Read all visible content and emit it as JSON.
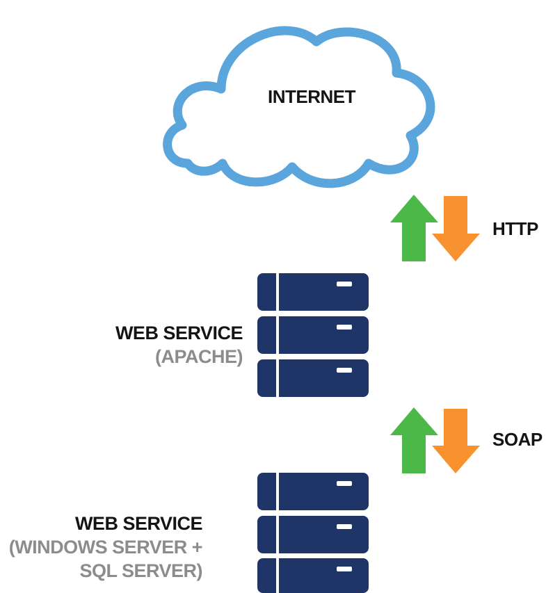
{
  "diagram": {
    "cloud": {
      "label": "INTERNET",
      "color": "#5aa5dc"
    },
    "connections": [
      {
        "label": "HTTP",
        "up_color": "#4cb848",
        "down_color": "#f7922f"
      },
      {
        "label": "SOAP",
        "up_color": "#4cb848",
        "down_color": "#f7922f"
      }
    ],
    "servers": [
      {
        "title": "WEB SERVICE",
        "subtitle_lines": [
          "(APACHE)"
        ],
        "color": "#1f3467"
      },
      {
        "title": "WEB SERVICE",
        "subtitle_lines": [
          "(WINDOWS SERVER +",
          "SQL SERVER)"
        ],
        "color": "#1f3467"
      }
    ]
  }
}
